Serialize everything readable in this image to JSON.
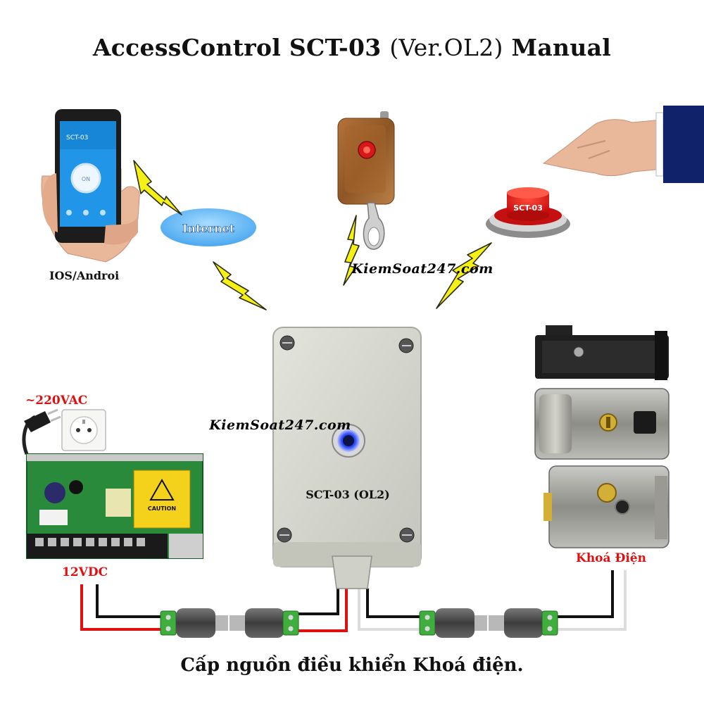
{
  "title": {
    "main": "AccessControl SCT-03",
    "version": "(Ver.OL2)",
    "suffix": "Manual"
  },
  "phone": {
    "label": "IOS/Androi",
    "app_title": "SCT-03",
    "button_text": "ON"
  },
  "internet_label": "Internet",
  "push_button_label": "SCT-03",
  "watermark": "KiemSoat247.com",
  "controller_label": "SCT-03 (OL2)",
  "power": {
    "ac_label": "~220VAC",
    "dc_label": "12VDC",
    "caution_text": "CAUTION"
  },
  "lock_label": "Khoá Điện",
  "footer": "Cấp nguồn điều khiển Khoá điện.",
  "colors": {
    "wire_red": "#e01010",
    "wire_black": "#111111",
    "wire_white": "#dcdcdc",
    "lightning": "#f5f016",
    "controller_box": "#d7d8cf",
    "led_ring": "#2a49ff"
  }
}
